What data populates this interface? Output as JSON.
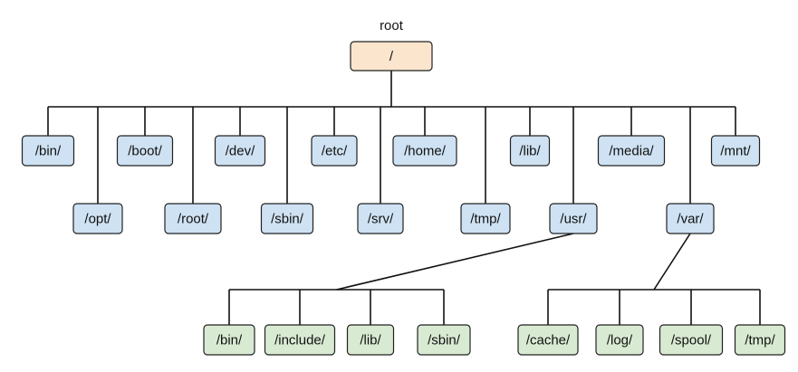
{
  "root": {
    "caption": "root",
    "label": "/"
  },
  "top_level": [
    {
      "id": "bin",
      "label": "/bin/"
    },
    {
      "id": "opt",
      "label": "/opt/"
    },
    {
      "id": "boot",
      "label": "/boot/"
    },
    {
      "id": "root",
      "label": "/root/"
    },
    {
      "id": "dev",
      "label": "/dev/"
    },
    {
      "id": "sbin",
      "label": "/sbin/"
    },
    {
      "id": "etc",
      "label": "/etc/"
    },
    {
      "id": "srv",
      "label": "/srv/"
    },
    {
      "id": "home",
      "label": "/home/"
    },
    {
      "id": "tmp",
      "label": "/tmp/"
    },
    {
      "id": "lib",
      "label": "/lib/"
    },
    {
      "id": "usr",
      "label": "/usr/"
    },
    {
      "id": "media",
      "label": "/media/"
    },
    {
      "id": "var",
      "label": "/var/"
    },
    {
      "id": "mnt",
      "label": "/mnt/"
    }
  ],
  "usr_children": [
    {
      "id": "usr-bin",
      "label": "/bin/"
    },
    {
      "id": "usr-include",
      "label": "/include/"
    },
    {
      "id": "usr-lib",
      "label": "/lib/"
    },
    {
      "id": "usr-sbin",
      "label": "/sbin/"
    }
  ],
  "var_children": [
    {
      "id": "var-cache",
      "label": "/cache/"
    },
    {
      "id": "var-log",
      "label": "/log/"
    },
    {
      "id": "var-spool",
      "label": "/spool/"
    },
    {
      "id": "var-tmp",
      "label": "/tmp/"
    }
  ],
  "colors": {
    "root_fill": "#fce5cd",
    "top_fill": "#cfe2f3",
    "sub_fill": "#d9ead3",
    "stroke": "#222222"
  }
}
